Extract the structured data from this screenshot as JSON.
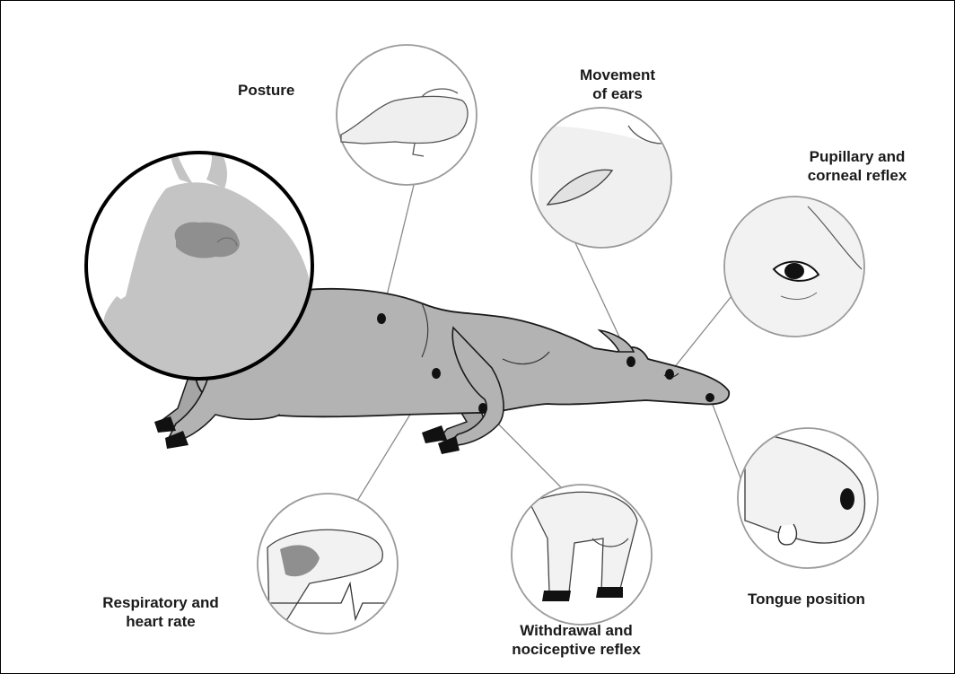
{
  "labels": {
    "posture": "Posture",
    "ears_line1": "Movement",
    "ears_line2": "of ears",
    "pupil_line1": "Pupillary and",
    "pupil_line2": "corneal reflex",
    "tongue": "Tongue position",
    "withdrawal_line1": "Withdrawal and",
    "withdrawal_line2": "nociceptive reflex",
    "resp_line1": "Respiratory and",
    "resp_line2": "heart rate"
  },
  "colors": {
    "body_fill": "#b3b3b3",
    "body_stroke": "#1a1a1a",
    "ghost_head": "#c4c4c4",
    "brain": "#8f8f8f",
    "circle_stroke": "#9a9a9a",
    "hoof": "#111111"
  },
  "icons": [
    "brain-icon",
    "posture-icon",
    "ear-icon",
    "eye-icon",
    "tongue-icon",
    "leg-icon",
    "heart-icon"
  ]
}
